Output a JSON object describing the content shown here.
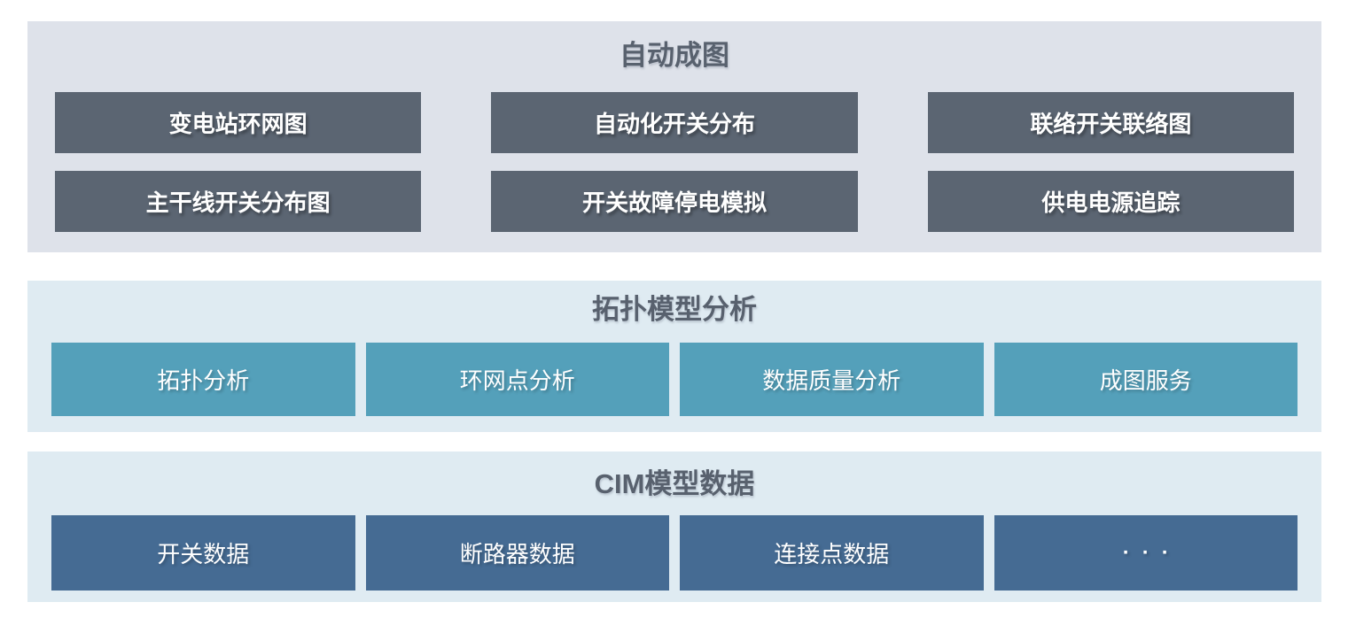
{
  "colors": {
    "page_background": "#ffffff",
    "title_text": "#58616e",
    "box_text": "#ffffff",
    "top_panel_background": "#dee2ea",
    "lower_panel_background": "#dfebf2",
    "dark_box": "#5b6572",
    "teal_box": "#54a0ba",
    "blue_box": "#456b93"
  },
  "sections": [
    {
      "id": "auto-diagram",
      "title": "自动成图",
      "boxes": [
        "变电站环网图",
        "自动化开关分布",
        "联络开关联络图",
        "主干线开关分布图",
        "开关故障停电模拟",
        "供电电源追踪"
      ]
    },
    {
      "id": "topology-model-analysis",
      "title": "拓扑模型分析",
      "boxes": [
        "拓扑分析",
        "环网点分析",
        "数据质量分析",
        "成图服务"
      ]
    },
    {
      "id": "cim-model-data",
      "title": "CIM模型数据",
      "boxes": [
        "开关数据",
        "断路器数据",
        "连接点数据",
        "···"
      ]
    }
  ]
}
